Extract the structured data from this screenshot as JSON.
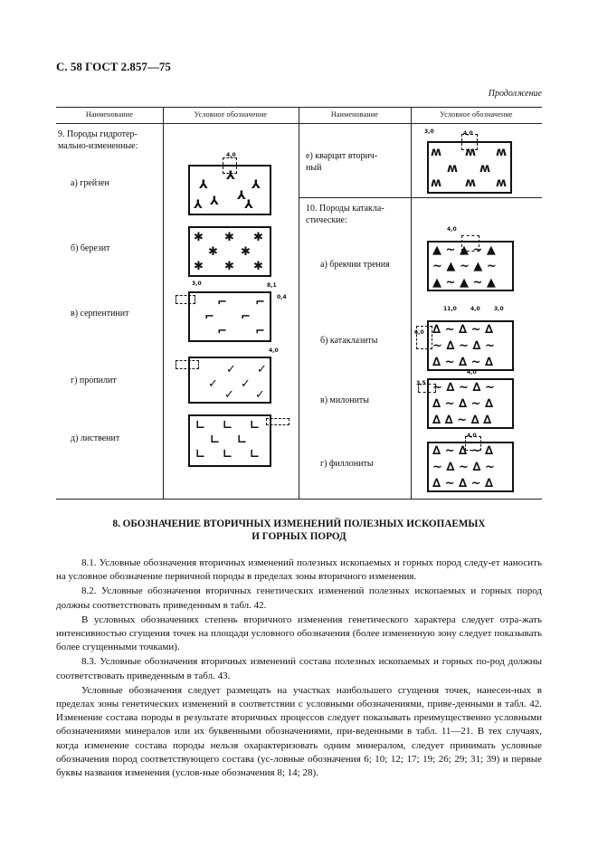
{
  "header": {
    "page_ref": "С. 58 ГОСТ 2.857—75",
    "continuation": "Продолжение"
  },
  "table": {
    "col_headers": [
      "Наименование",
      "Условное обозначение",
      "Наименование",
      "Условное обозначение"
    ],
    "left": {
      "group_title": "9. Породы гидротер-\nмально-измененные:",
      "items": [
        "а) грейзен",
        "б) березит",
        "в) серпентинит",
        "г) пропилит",
        "д) лиственит"
      ]
    },
    "right": {
      "item_e": "е) кварцит вторич-\nный",
      "group_title": "10. Породы катакла-\nстические:",
      "items": [
        "а) брекчии трения",
        "б) катаклазиты",
        "в) милониты",
        "г) филлониты"
      ]
    },
    "dimensions": [
      "4,0",
      "8,1",
      "0,4",
      "3,0",
      "4,0",
      "3,0",
      "4,0",
      "11,0",
      "4,0",
      "3,0",
      "6,0",
      "3,5",
      "4,0",
      "4,0"
    ]
  },
  "section": {
    "title_line1": "8. ОБОЗНАЧЕНИЕ ВТОРИЧНЫХ ИЗМЕНЕНИЙ ПОЛЕЗНЫХ ИСКОПАЕМЫХ",
    "title_line2": "И ГОРНЫХ ПОРОД"
  },
  "paragraphs": [
    "8.1. Условные обозначения вторичных изменений полезных ископаемых и горных пород следу-ет наносить на условное обозначение первичной породы в пределах зоны вторичного изменения.",
    "8.2. Условные обозначения вторичных генетических изменений полезных ископаемых и горных пород должны соответствовать приведенным в табл. 42.",
    "В условных обозначениях степень вторичного изменения генетического характера следует отра-жать интенсивностью сгущения точек на площади условного обозначения (более измененную зону следует показывать более сгущенными точками).",
    "8.3. Условные обозначения вторичных изменений состава полезных ископаемых и горных по-род должны соответствовать приведенным в табл. 43.",
    "Условные обозначения следует размещать на участках наибольшего сгущения точек, нанесен-ных в пределах зоны генетических изменений в соответствии с условными обозначениями, приве-денными в табл. 42. Изменение состава породы в результате вторичных процессов следует показывать преимущественно условными обозначениями минералов или их буквенными обозначениями, при-веденными в табл. 11—21. В тех случаях, когда изменение состава породы нельзя охарактеризовать одним минералом, следует принимать условные обозначения пород соответствующего состава (ус-ловные обозначения 6; 10; 12; 17; 19; 26; 29; 31; 39) и первые буквы названия изменения (услов-ные обозначения 8; 14; 28)."
  ]
}
